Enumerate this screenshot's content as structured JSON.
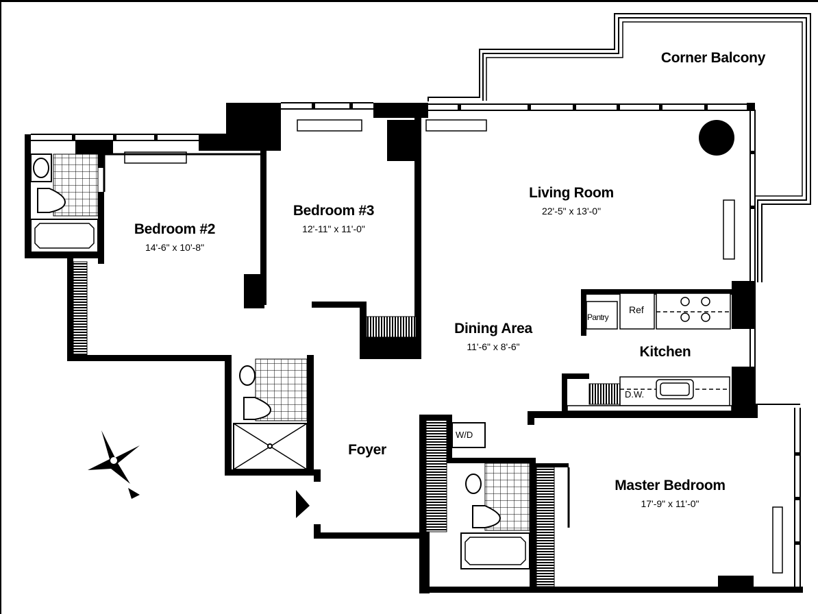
{
  "rooms": {
    "corner_balcony": {
      "name": "Corner Balcony"
    },
    "living_room": {
      "name": "Living Room",
      "dims": "22'-5\" x 13'-0\""
    },
    "bedroom_2": {
      "name": "Bedroom #2",
      "dims": "14'-6\" x 10'-8\""
    },
    "bedroom_3": {
      "name": "Bedroom #3",
      "dims": "12'-11\" x 11'-0\""
    },
    "dining_area": {
      "name": "Dining Area",
      "dims": "11'-6\" x 8'-6\""
    },
    "kitchen": {
      "name": "Kitchen"
    },
    "foyer": {
      "name": "Foyer"
    },
    "master_bedroom": {
      "name": "Master Bedroom",
      "dims": "17'-9\" x 11'-0\""
    }
  },
  "fixtures": {
    "ref": "Ref",
    "pantry": "Pantry",
    "dw": "D.W.",
    "wd": "W/D"
  },
  "colors": {
    "wall": "#000000",
    "background": "#ffffff"
  },
  "icons": [
    "compass-rose-icon",
    "entry-door-arrow-icon"
  ]
}
